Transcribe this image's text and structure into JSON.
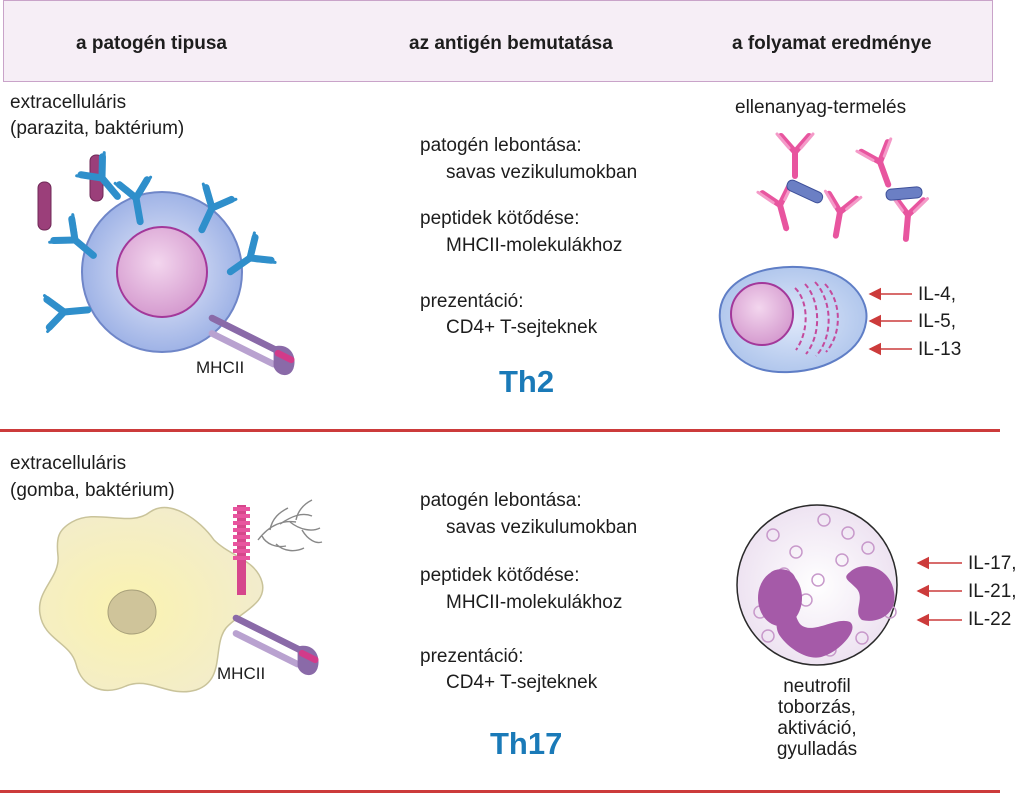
{
  "header": {
    "col1": "a patogén tipusa",
    "col2": "az antigén bemutatása",
    "col3": "a folyamat eredménye"
  },
  "th2": {
    "pathogen_type_line1": "extracelluláris",
    "pathogen_type_line2": "(parazita, baktérium)",
    "mhc_label": "MHCII",
    "step1_title": "patogén lebontása:",
    "step1_detail": "savas vezikulumokban",
    "step2_title": "peptidek kötődése:",
    "step2_detail": "MHCII-molekulákhoz",
    "step3_title": "prezentáció:",
    "step3_detail": "CD4+ T-sejteknek",
    "cell_label": "Th2",
    "outcome_label": "ellenanyag-termelés",
    "cytokines": [
      "IL-4,",
      "IL-5,",
      "IL-13"
    ]
  },
  "th17": {
    "pathogen_type_line1": "extracelluláris",
    "pathogen_type_line2": "(gomba, baktérium)",
    "mhc_label": "MHCII",
    "step1_title": "patogén lebontása:",
    "step1_detail": "savas vezikulumokban",
    "step2_title": "peptidek kötődése:",
    "step2_detail": "MHCII-molekulákhoz",
    "step3_title": "prezentáció:",
    "step3_detail": "CD4+ T-sejteknek",
    "cell_label": "Th17",
    "outcome_lines": [
      "neutrofil",
      "toborzás,",
      "aktiváció,",
      "gyulladás"
    ],
    "cytokines": [
      "IL-17,",
      "IL-21,",
      "IL-22"
    ]
  },
  "colors": {
    "accent_blue": "#1a7ab8",
    "separator_red": "#cc3b3b",
    "header_bg": "#f6eef6",
    "antibody_blue": "#2f8fcb",
    "antibody_pink": "#e8559f",
    "mhc_purple": "#8a6aa8"
  }
}
